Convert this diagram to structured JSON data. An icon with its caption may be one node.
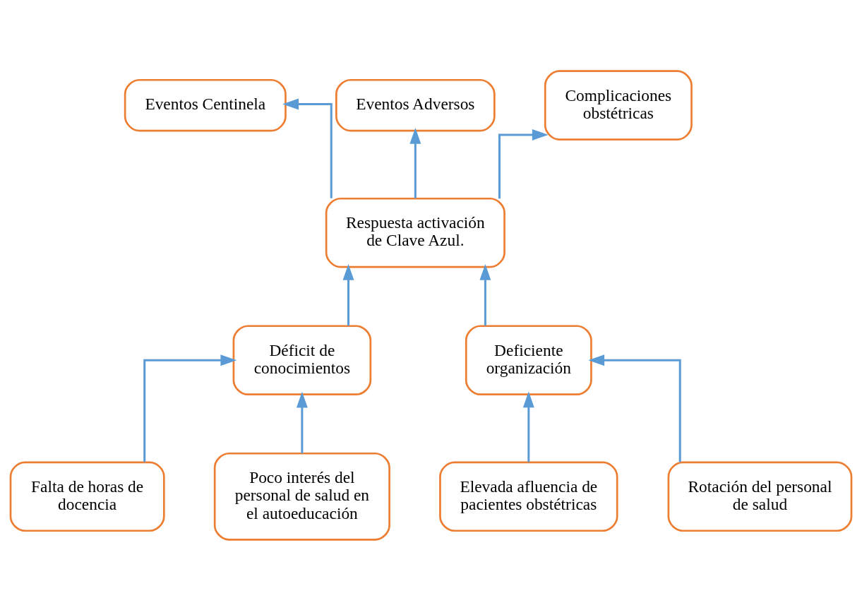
{
  "diagram": {
    "nodes": [
      {
        "text": [
          "Eventos Centinela"
        ]
      },
      {
        "text": [
          "Eventos Adversos"
        ]
      },
      {
        "text": [
          "Complicaciones obstétricas"
        ]
      },
      {
        "text": [
          "Respuesta activación de Clave Azul."
        ]
      },
      {
        "text": [
          "Déficit de conocimientos"
        ]
      },
      {
        "text": [
          "Deficiente organización"
        ]
      },
      {
        "text": [
          "Falta de horas de docencia"
        ]
      },
      {
        "text": [
          "Poco interés del personal de salud en el autoeducación"
        ]
      },
      {
        "text": [
          "Elevada afluencia de pacientes obstétricas"
        ]
      },
      {
        "text": [
          "Rotación del personal de salud"
        ]
      }
    ],
    "edges": [
      {
        "from": 3,
        "to": 0,
        "arrow": "to"
      },
      {
        "from": 3,
        "to": 1,
        "arrow": "to"
      },
      {
        "from": 3,
        "to": 2,
        "arrow": "to"
      },
      {
        "from": 4,
        "to": 3,
        "arrow": "to"
      },
      {
        "from": 5,
        "to": 3,
        "arrow": "to"
      },
      {
        "from": 6,
        "to": 4,
        "arrow": "to"
      },
      {
        "from": 7,
        "to": 4,
        "arrow": "to"
      },
      {
        "from": 8,
        "to": 5,
        "arrow": "to"
      },
      {
        "from": 9,
        "to": 5,
        "arrow": "to"
      }
    ]
  }
}
